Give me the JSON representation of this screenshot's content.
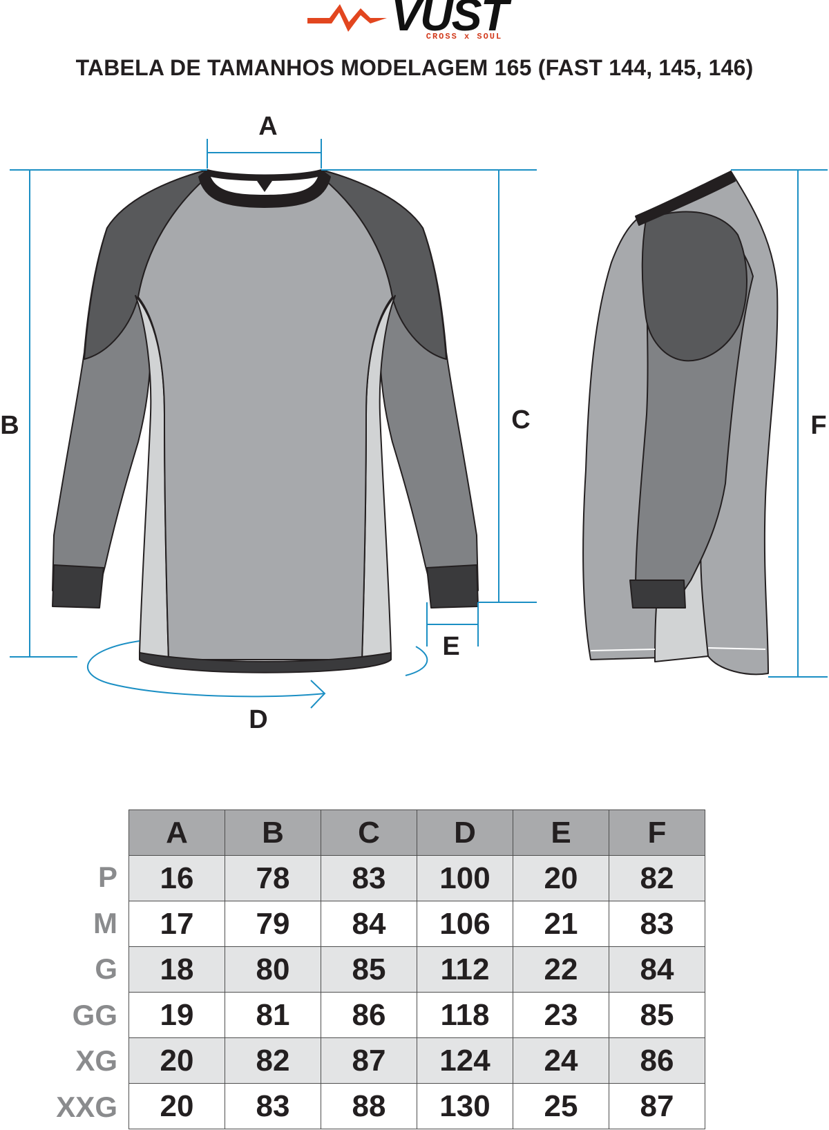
{
  "brand": {
    "name": "VUST",
    "tagline": "CROSS x SOUL",
    "accent_color": "#e2461f"
  },
  "title": "TABELA DE TAMANHOS MODELAGEM 165 (FAST 144, 145, 146)",
  "diagram": {
    "labels": {
      "a": "A",
      "b": "B",
      "c": "C",
      "d": "D",
      "e": "E",
      "f": "F"
    },
    "colors": {
      "measure_line": "#1b8fc4",
      "dark_panel": "#58595b",
      "mid_panel": "#808285",
      "body_panel": "#a7a9ac",
      "light_panel": "#d1d3d4",
      "trim": "#3a3a3c"
    }
  },
  "size_table": {
    "columns": [
      "A",
      "B",
      "C",
      "D",
      "E",
      "F"
    ],
    "rows": [
      {
        "size": "P",
        "values": [
          "16",
          "78",
          "83",
          "100",
          "20",
          "82"
        ]
      },
      {
        "size": "M",
        "values": [
          "17",
          "79",
          "84",
          "106",
          "21",
          "83"
        ]
      },
      {
        "size": "G",
        "values": [
          "18",
          "80",
          "85",
          "112",
          "22",
          "84"
        ]
      },
      {
        "size": "GG",
        "values": [
          "19",
          "81",
          "86",
          "118",
          "23",
          "85"
        ]
      },
      {
        "size": "XG",
        "values": [
          "20",
          "82",
          "87",
          "124",
          "24",
          "86"
        ]
      },
      {
        "size": "XXG",
        "values": [
          "20",
          "83",
          "88",
          "130",
          "25",
          "87"
        ]
      }
    ]
  }
}
